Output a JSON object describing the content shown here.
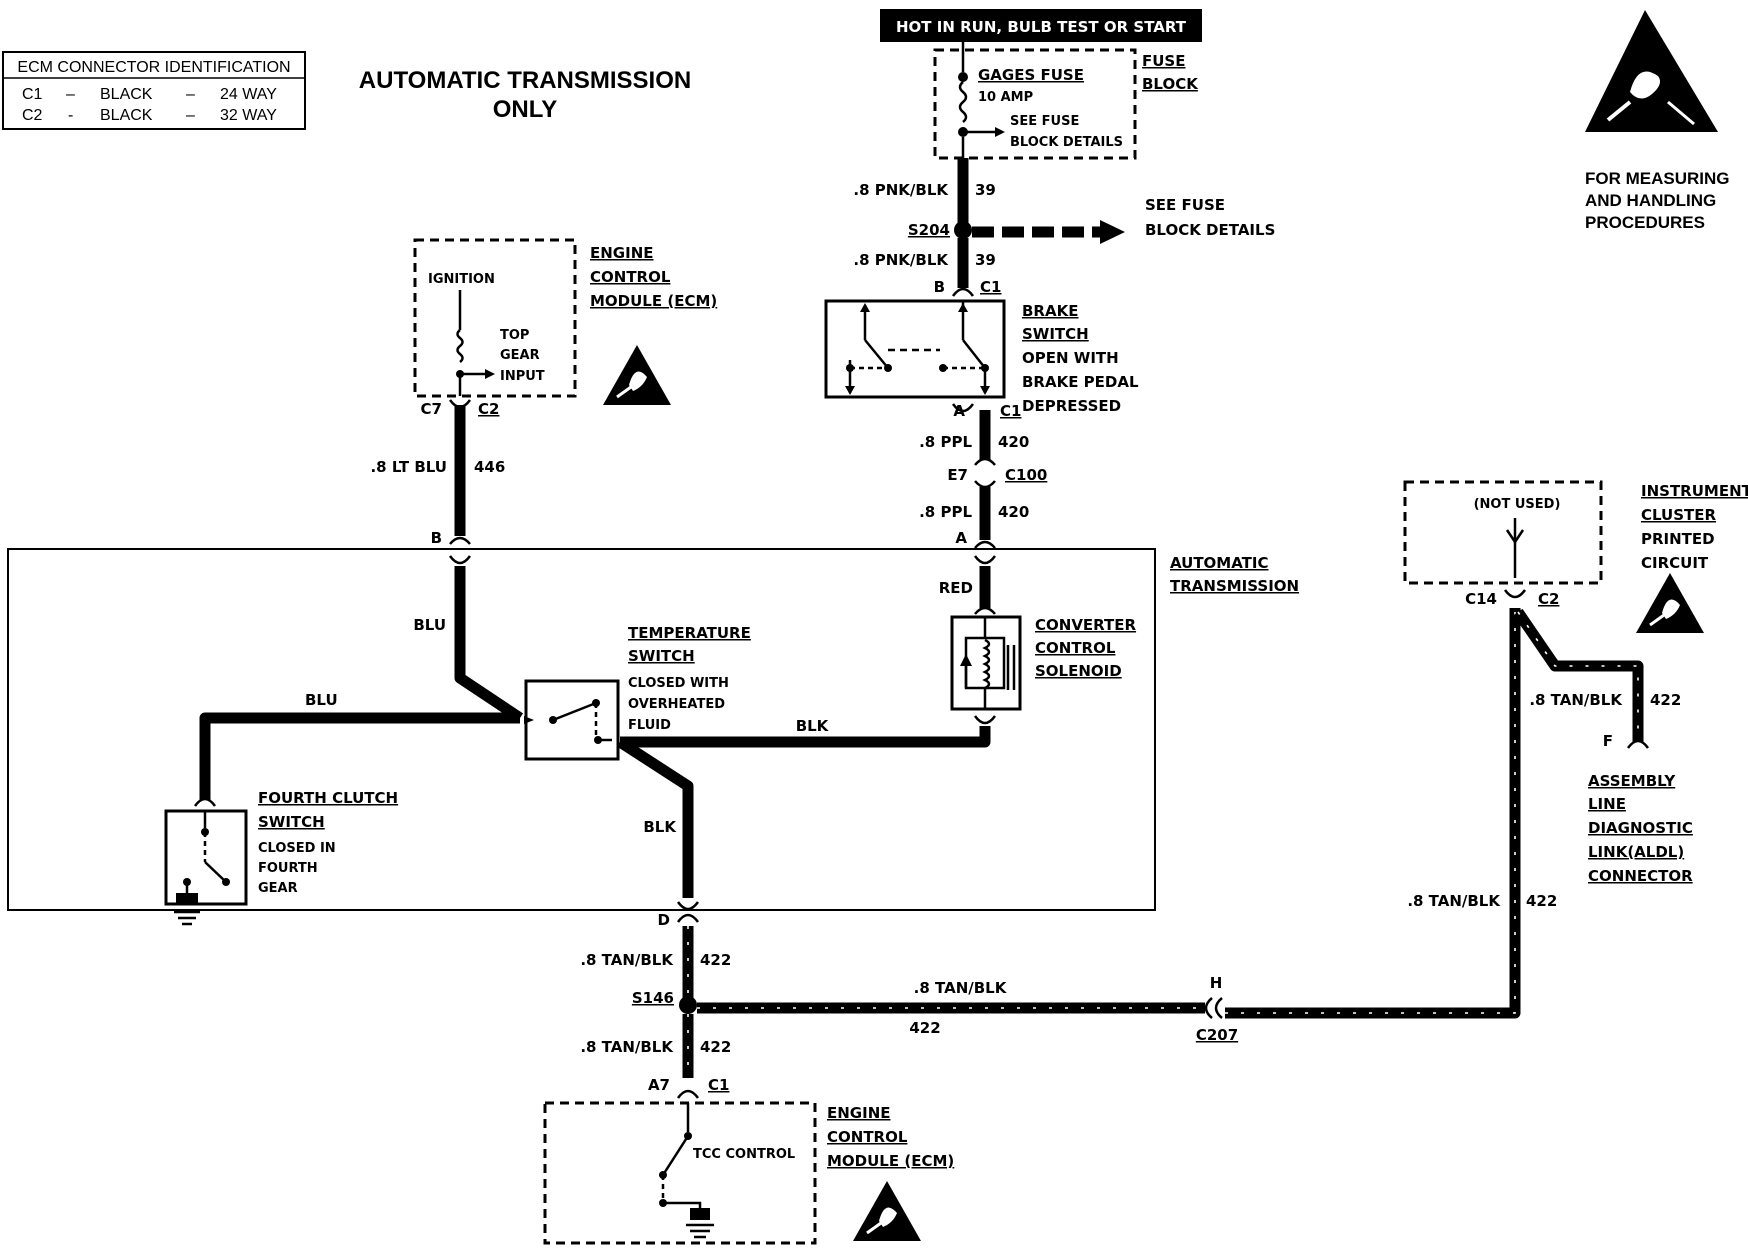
{
  "ecm_connector_id": {
    "title": "ECM CONNECTOR IDENTIFICATION",
    "rows": [
      {
        "id": "C1",
        "dash1": "–",
        "color": "BLACK",
        "dash2": "–",
        "ways": "24 WAY"
      },
      {
        "id": "C2",
        "dash1": "-",
        "color": "BLACK",
        "dash2": "–",
        "ways": "32 WAY"
      }
    ]
  },
  "title": {
    "line1": "AUTOMATIC TRANSMISSION",
    "line2": "ONLY"
  },
  "hot_banner": "HOT IN RUN, BULB TEST OR START",
  "esd_note": {
    "line1": "FOR MEASURING",
    "line2": "AND HANDLING",
    "line3": "PROCEDURES"
  },
  "fuse_block": {
    "label1": "FUSE",
    "label2": "BLOCK",
    "fuse_name": "GAGES FUSE",
    "rating": "10 AMP",
    "see1": "SEE FUSE",
    "see2": "BLOCK DETAILS"
  },
  "wires": {
    "w39_top_gauge": ".8 PNK/BLK",
    "w39_top_num": "39",
    "w39_bot_gauge": ".8 PNK/BLK",
    "w39_bot_num": "39",
    "splice_s204": "S204",
    "see_fuse1": "SEE FUSE",
    "see_fuse2": "BLOCK DETAILS",
    "w420_a_gauge": ".8 PPL",
    "w420_a_num": "420",
    "w420_b_gauge": ".8 PPL",
    "w420_b_num": "420",
    "w446_gauge": ".8 LT BLU",
    "w446_num": "446",
    "blu_down": "BLU",
    "blu_left": "BLU",
    "blk_right": "BLK",
    "blk_down": "BLK",
    "red": "RED",
    "w422_d_gauge": ".8 TAN/BLK",
    "w422_d_num": "422",
    "splice_s146": "S146",
    "w422_a7_gauge": ".8 TAN/BLK",
    "w422_a7_num": "422",
    "w422_h_gauge": ".8 TAN/BLK",
    "w422_h_num": "422",
    "w422_r_gauge": ".8 TAN/BLK",
    "w422_r_num": "422",
    "w422_f_gauge": ".8 TAN/BLK",
    "w422_f_num": "422"
  },
  "connectors": {
    "c7": "C7",
    "c2_ecm": "C2",
    "b_ecm": "B",
    "b_brake": "B",
    "c1_brake_top": "C1",
    "a_brake": "A",
    "c1_brake_bot": "C1",
    "e7": "E7",
    "c100": "C100",
    "a_trans": "A",
    "d": "D",
    "a7": "A7",
    "c1_ecm_bot": "C1",
    "h": "H",
    "c207": "C207",
    "c14": "C14",
    "c2_ipc": "C2",
    "f": "F"
  },
  "ecm_top": {
    "name1": "ENGINE",
    "name2": "CONTROL",
    "name3": "MODULE (ECM)",
    "ignition": "IGNITION",
    "input1": "TOP",
    "input2": "GEAR",
    "input3": "INPUT"
  },
  "brake_switch": {
    "name1": "BRAKE",
    "name2": "SWITCH",
    "desc1": "OPEN WITH",
    "desc2": "BRAKE PEDAL",
    "desc3": "DEPRESSED"
  },
  "auto_trans": {
    "name1": "AUTOMATIC",
    "name2": "TRANSMISSION"
  },
  "converter_solenoid": {
    "name1": "CONVERTER",
    "name2": "CONTROL",
    "name3": "SOLENOID"
  },
  "temp_switch": {
    "name1": "TEMPERATURE",
    "name2": "SWITCH",
    "desc1": "CLOSED WITH",
    "desc2": "OVERHEATED",
    "desc3": "FLUID"
  },
  "fourth_clutch": {
    "name1": "FOURTH CLUTCH",
    "name2": "SWITCH",
    "desc1": "CLOSED IN",
    "desc2": "FOURTH",
    "desc3": "GEAR"
  },
  "ecm_bottom": {
    "name1": "ENGINE",
    "name2": "CONTROL",
    "name3": "MODULE (ECM)",
    "tcc": "TCC CONTROL"
  },
  "instrument_cluster": {
    "name1": "INSTRUMENT",
    "name2": "CLUSTER",
    "name3": "PRINTED",
    "name4": "CIRCUIT",
    "not_used": "(NOT USED)"
  },
  "aldl": {
    "name1": "ASSEMBLY",
    "name2": "LINE",
    "name3": "DIAGNOSTIC",
    "name4": "LINK(ALDL)",
    "name5": "CONNECTOR"
  }
}
